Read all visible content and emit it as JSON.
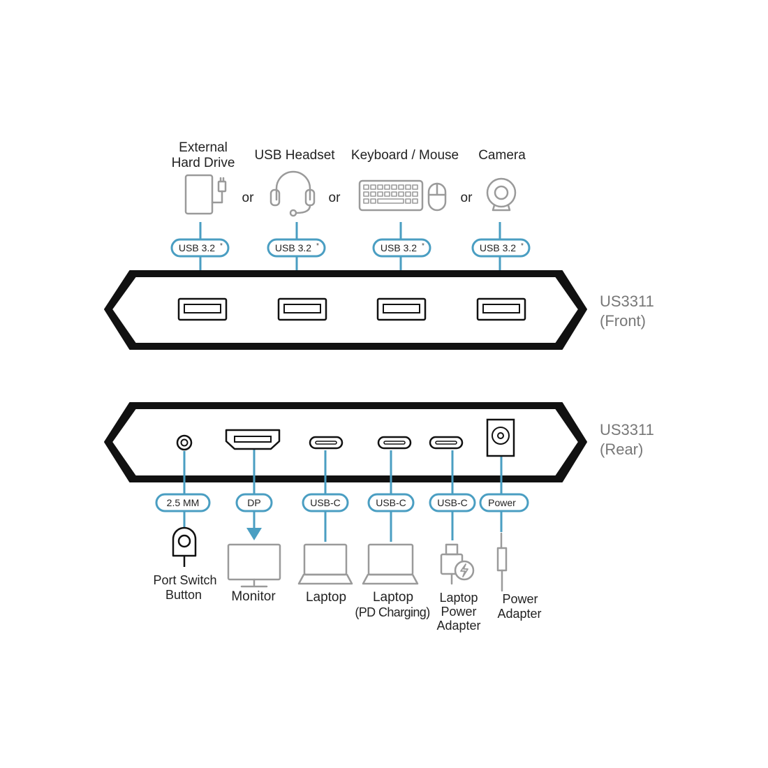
{
  "front": {
    "model": "US3311",
    "view": "(Front)",
    "devices": [
      {
        "icon": "external-hard-drive-icon",
        "label_lines": [
          "External",
          "Hard Drive"
        ],
        "port": "USB 3.2",
        "mark": "*"
      },
      {
        "icon": "usb-headset-icon",
        "label_lines": [
          "USB Headset"
        ],
        "port": "USB 3.2",
        "mark": "*"
      },
      {
        "icon": "keyboard-mouse-icon",
        "label_lines": [
          "Keyboard / Mouse"
        ],
        "port": "USB 3.2",
        "mark": "*"
      },
      {
        "icon": "camera-icon",
        "label_lines": [
          "Camera"
        ],
        "port": "USB 3.2",
        "mark": "*"
      }
    ],
    "separators": [
      "or",
      "or",
      "or"
    ]
  },
  "rear": {
    "model": "US3311",
    "view": "(Rear)",
    "connections": [
      {
        "port": "2.5 MM",
        "icon": "port-switch-button-icon",
        "label_lines": [
          "Port Switch",
          "Button"
        ]
      },
      {
        "port": "DP",
        "icon": "monitor-icon",
        "label_lines": [
          "Monitor"
        ]
      },
      {
        "port": "USB-C",
        "icon": "laptop-icon",
        "label_lines": [
          "Laptop"
        ]
      },
      {
        "port": "USB-C",
        "icon": "laptop-pd-charging-icon",
        "label_lines": [
          "Laptop",
          "(PD Charging)"
        ]
      },
      {
        "port": "USB-C",
        "icon": "laptop-power-adapter-icon",
        "label_lines": [
          "Laptop",
          "Power",
          "Adapter"
        ]
      },
      {
        "port": "Power",
        "icon": "power-adapter-icon",
        "label_lines": [
          "Power",
          "Adapter"
        ]
      }
    ]
  },
  "colors": {
    "connector_line": "#4a9ec2",
    "icon_gray": "#9a9a9a",
    "outline": "#111111",
    "side_label": "#777777"
  }
}
